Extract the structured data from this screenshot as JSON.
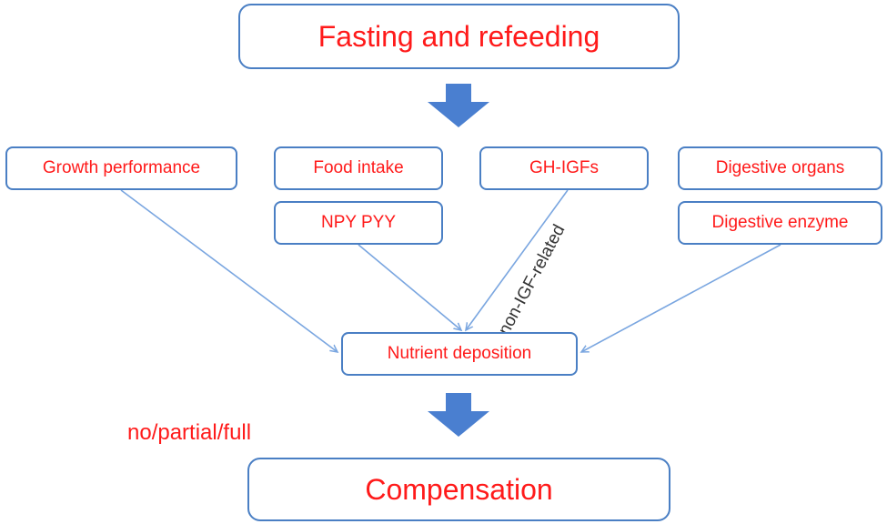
{
  "top": {
    "label": "Fasting and refeeding"
  },
  "factors": {
    "growth_performance": "Growth performance",
    "food_intake": "Food intake",
    "npy_pyy": "NPY PYY",
    "gh_igfs": "GH-IGFs",
    "digestive_organs": "Digestive organs",
    "digestive_enzyme": "Digestive enzyme"
  },
  "middle": {
    "label": "Nutrient deposition"
  },
  "edge_label": "non-IGF-related",
  "outcome_label": "no/partial/full",
  "bottom": {
    "label": "Compensation"
  },
  "colors": {
    "text_red": "#ff1a1a",
    "border_blue": "#4a7fc4",
    "arrow_blue": "#4a7fd0",
    "connector_blue": "#7aa6e0"
  }
}
